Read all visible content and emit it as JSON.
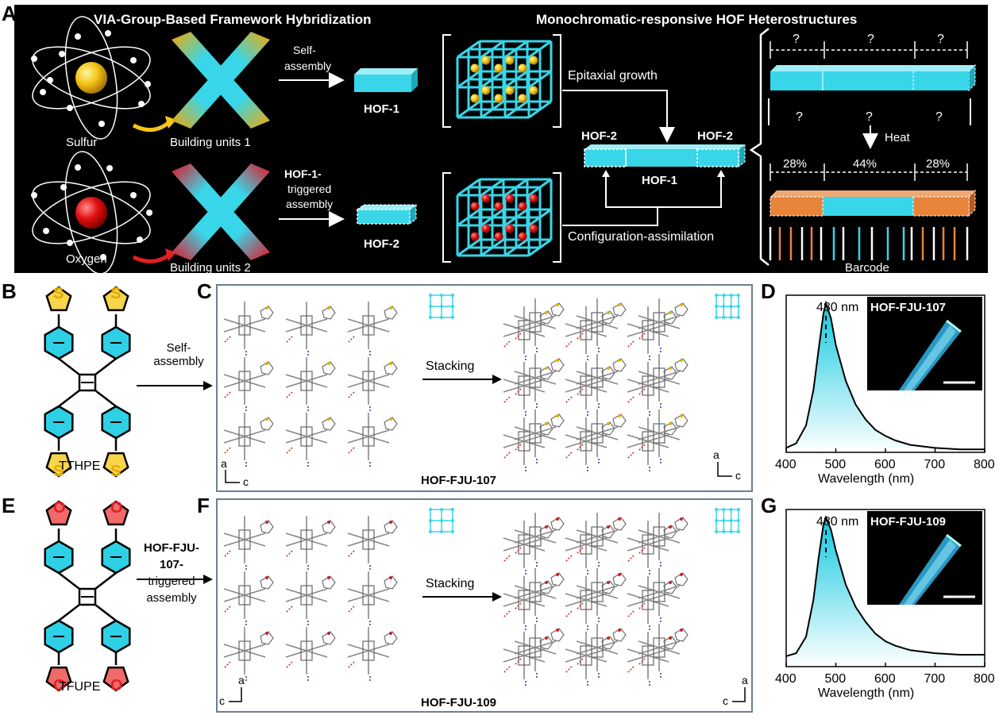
{
  "panel_labels": {
    "A": "A",
    "B": "B",
    "C": "C",
    "D": "D",
    "E": "E",
    "F": "F",
    "G": "G"
  },
  "panelA": {
    "title_left": "VIA-Group-Based Framework Hybridization",
    "title_right": "Monochromatic-responsive HOF Heterostructures",
    "sulfur": "Sulfur",
    "oxygen": "Oxygen",
    "building_units_1": "Building units 1",
    "building_units_2": "Building units 2",
    "self_assembly_1": "Self-",
    "self_assembly_2": "assembly",
    "hof1_trig_1": "HOF-1-",
    "hof1_trig_2": "triggered",
    "hof1_trig_3": "assembly",
    "hof1": "HOF-1",
    "hof2": "HOF-2",
    "epitaxial": "Epitaxial growth",
    "config": "Configuration-assimilation",
    "hof2_left": "HOF-2",
    "hof2_right": "HOF-2",
    "hof1_center": "HOF-1",
    "q": "?",
    "heat": "Heat",
    "pct_left": "28%",
    "pct_mid": "44%",
    "pct_right": "28%",
    "barcode": "Barcode"
  },
  "panelB": {
    "name": "TTHPE",
    "atom": "S",
    "self_1": "Self-",
    "self_2": "assembly"
  },
  "panelE": {
    "name": "TFUPE",
    "atom": "O",
    "trig_1": "HOF-FJU-",
    "trig_2": "107-",
    "trig_3": "triggered",
    "trig_4": "assembly"
  },
  "panelC": {
    "stacking": "Stacking",
    "name": "HOF-FJU-107",
    "axis_a": "a",
    "axis_c": "c"
  },
  "panelF": {
    "stacking": "Stacking",
    "name": "HOF-FJU-109",
    "axis_a": "a",
    "axis_c": "c"
  },
  "colors": {
    "cyan": "#38d6e8",
    "sulfur": "#f5c518",
    "oxygen": "#e02020",
    "orange": "#e8833a"
  },
  "spectra": [
    {
      "id": "D",
      "peak_label": "480 nm",
      "inset_label": "HOF-FJU-107",
      "xlabel": "Wavelength (nm)",
      "chart_data": {
        "type": "area",
        "xlim": [
          400,
          800
        ],
        "ticks": [
          "400",
          "500",
          "600",
          "700",
          "800"
        ],
        "x": [
          400,
          420,
          440,
          455,
          465,
          475,
          480,
          490,
          500,
          520,
          540,
          560,
          580,
          600,
          620,
          650,
          700,
          750,
          800
        ],
        "y": [
          0.03,
          0.06,
          0.18,
          0.42,
          0.68,
          0.93,
          1.0,
          0.9,
          0.72,
          0.48,
          0.32,
          0.22,
          0.15,
          0.11,
          0.08,
          0.05,
          0.03,
          0.02,
          0.02
        ]
      }
    },
    {
      "id": "G",
      "peak_label": "480 nm",
      "inset_label": "HOF-FJU-109",
      "xlabel": "Wavelength (nm)",
      "chart_data": {
        "type": "area",
        "xlim": [
          400,
          800
        ],
        "ticks": [
          "400",
          "500",
          "600",
          "700",
          "800"
        ],
        "x": [
          400,
          420,
          440,
          455,
          465,
          475,
          480,
          490,
          500,
          520,
          540,
          560,
          580,
          600,
          620,
          650,
          700,
          750,
          800
        ],
        "y": [
          0.07,
          0.09,
          0.2,
          0.45,
          0.72,
          0.95,
          1.0,
          0.92,
          0.78,
          0.55,
          0.4,
          0.3,
          0.22,
          0.17,
          0.14,
          0.11,
          0.09,
          0.08,
          0.08
        ]
      }
    }
  ]
}
